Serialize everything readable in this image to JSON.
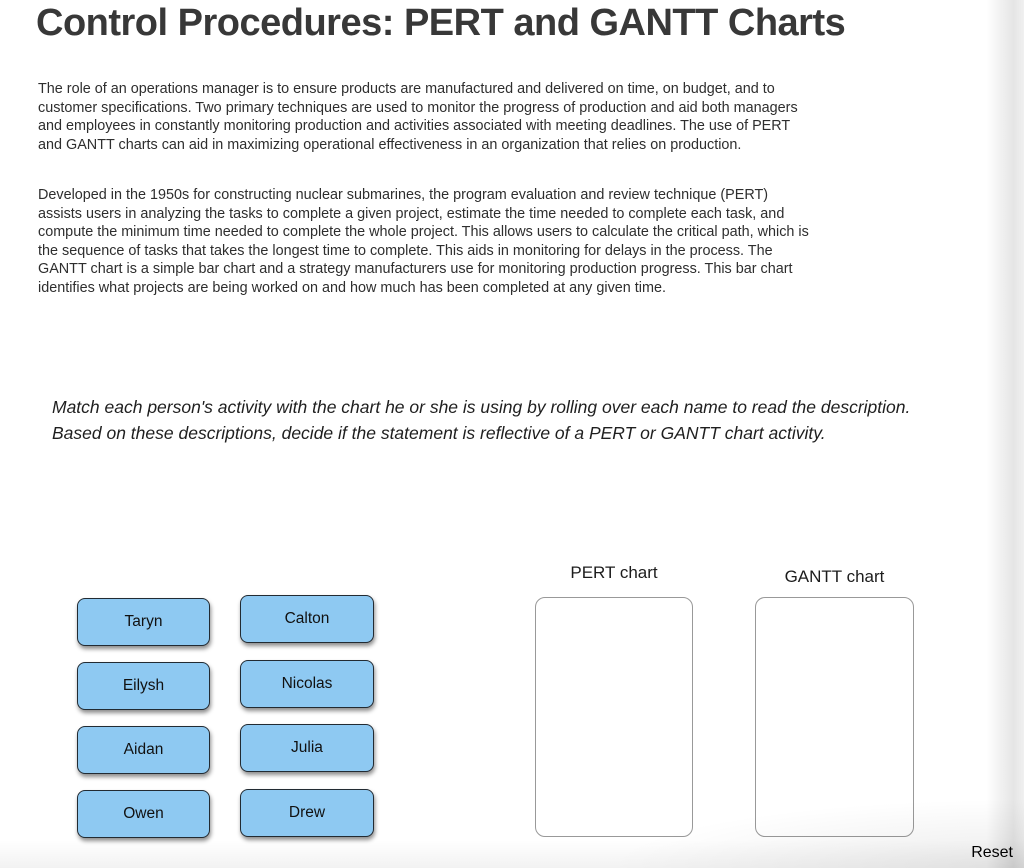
{
  "header": {
    "title": "Control Procedures: PERT and GANTT Charts"
  },
  "intro": {
    "paragraph1": "The role of an operations manager is to ensure products are manufactured and delivered on time, on budget, and to\ncustomer specifications. Two primary techniques are used to monitor the progress of production and aid both managers\nand employees in constantly monitoring production and activities associated with meeting deadlines. The use of PERT\nand GANTT charts can aid in maximizing operational effectiveness in an organization that relies on production.",
    "paragraph2": "Developed in the 1950s for constructing nuclear submarines, the program evaluation and review technique (PERT)\nassists users in analyzing the tasks to complete a given project, estimate the time needed to complete each task, and\ncompute the minimum time needed to complete the whole project. This allows users to calculate the critical path, which is\nthe sequence of tasks that takes the longest time to complete. This aids in monitoring for delays in the process. The\nGANTT chart is a simple bar chart and a strategy manufacturers use for monitoring production progress. This bar chart\nidentifies what projects are being worked on and how much has been completed at any given time.",
    "instructions": "Match each person's activity with the chart he or she is using by rolling over each name to read the description.\nBased on these descriptions, decide if the statement is reflective of a PERT or GANTT chart activity."
  },
  "activity": {
    "name_tiles": [
      "Taryn",
      "Eilysh",
      "Aidan",
      "Owen",
      "Calton",
      "Nicolas",
      "Julia",
      "Drew"
    ],
    "drop_zones": [
      {
        "label": "PERT chart"
      },
      {
        "label": "GANTT chart"
      }
    ],
    "reset_label": "Reset"
  },
  "colors": {
    "tile_fill": "#8ec9f2",
    "tile_border": "#222b33"
  }
}
